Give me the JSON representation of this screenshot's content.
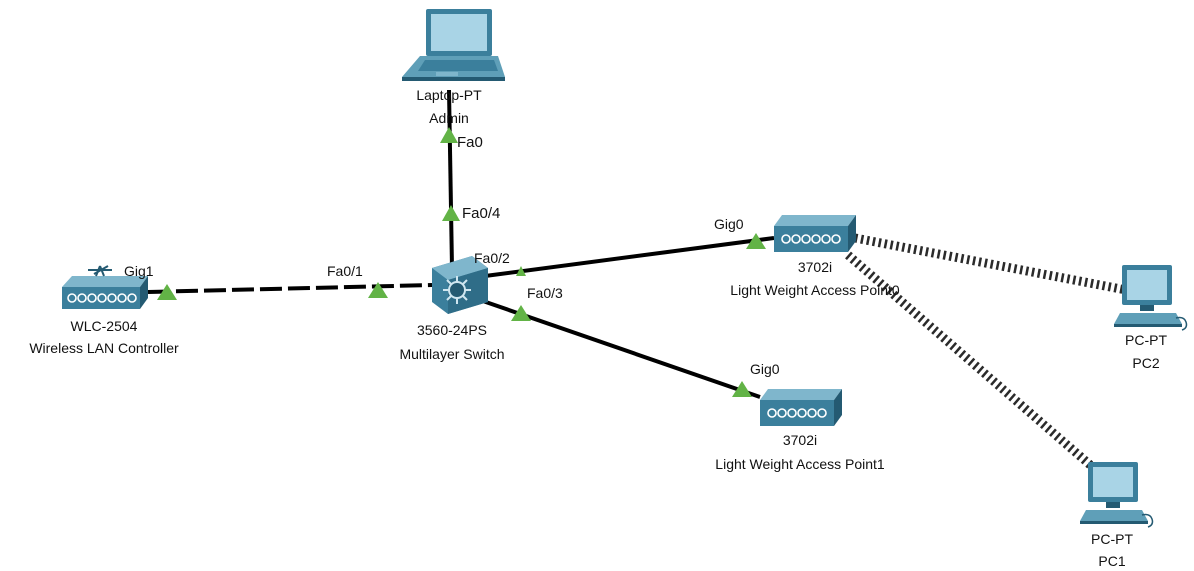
{
  "colors": {
    "device_body": "#3b7f9c",
    "device_top": "#7fb6cc",
    "device_dark": "#245a72",
    "port_up": "#62b346",
    "link": "#000000",
    "wireless": "#2b2b2b",
    "screen": "#a9d4e6"
  },
  "devices": {
    "laptop": {
      "icon": "laptop-icon",
      "model": "Laptop-PT",
      "name": "Admin"
    },
    "switch": {
      "icon": "multilayer-switch-icon",
      "model": "3560-24PS",
      "name": "Multilayer Switch"
    },
    "wlc": {
      "icon": "wireless-lan-controller-icon",
      "model": "WLC-2504",
      "name": "Wireless LAN Controller"
    },
    "ap0": {
      "icon": "access-point-icon",
      "model": "3702i",
      "name": "Light Weight Access Point0"
    },
    "ap1": {
      "icon": "access-point-icon",
      "model": "3702i",
      "name": "Light Weight Access Point1"
    },
    "pc2": {
      "icon": "pc-icon",
      "model": "PC-PT",
      "name": "PC2"
    },
    "pc1": {
      "icon": "pc-icon",
      "model": "PC-PT",
      "name": "PC1"
    }
  },
  "ports": {
    "laptop_fa0": "Fa0",
    "switch_fa0_4": "Fa0/4",
    "switch_fa0_1": "Fa0/1",
    "wlc_gig1": "Gig1",
    "switch_fa0_2": "Fa0/2",
    "switch_fa0_3": "Fa0/3",
    "ap0_gig0": "Gig0",
    "ap1_gig0": "Gig0"
  }
}
